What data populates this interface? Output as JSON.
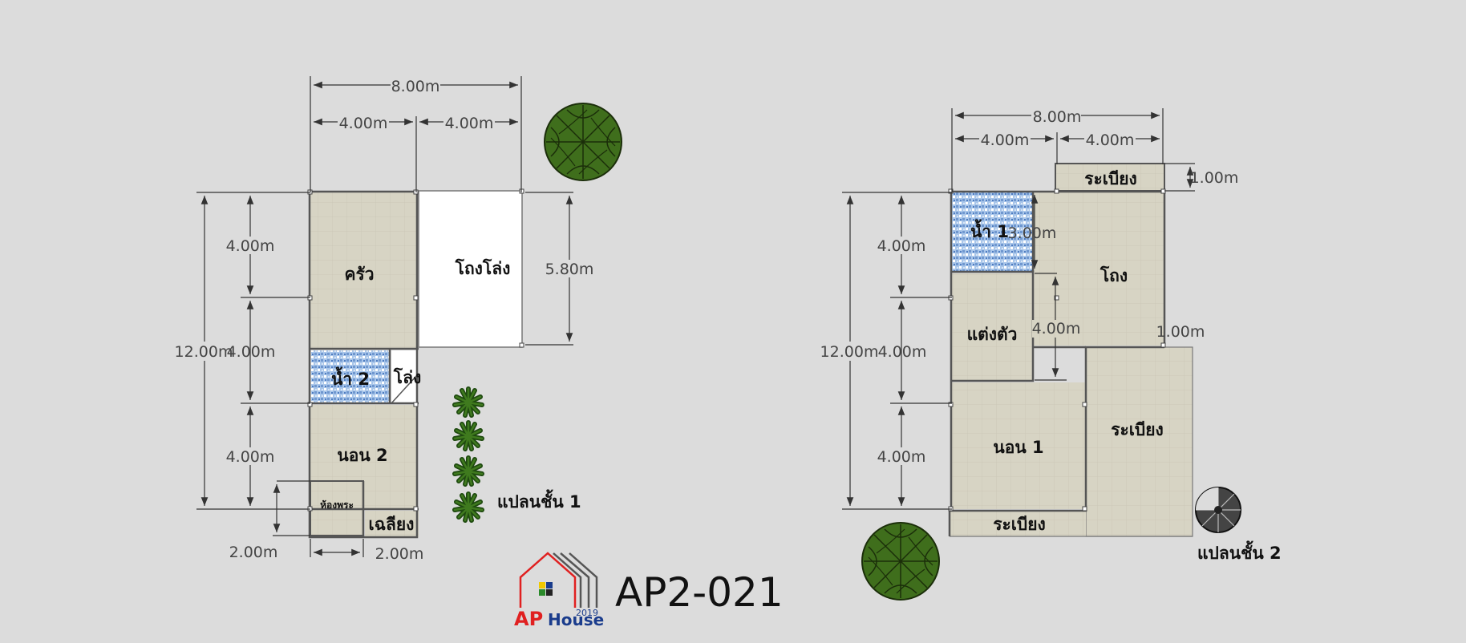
{
  "plan1": {
    "title": "แปลนชั้น 1",
    "rooms": {
      "kitchen": "ครัว",
      "open_hall": "โถงโล่ง",
      "bath": "น้ำ 2",
      "void": "โล่ง",
      "bedroom": "นอน 2",
      "shrine": "ห้องพระ",
      "porch": "เฉลียง"
    },
    "dims": {
      "total_width": "8.00m",
      "half_left": "4.00m",
      "half_right": "4.00m",
      "hall_height": "5.80m",
      "total_height": "12.00m",
      "seg1": "4.00m",
      "seg2": "4.00m",
      "seg3": "4.00m",
      "small_height": "2.00m",
      "small_width": "2.00m"
    }
  },
  "plan2": {
    "title": "แปลนชั้น 2",
    "rooms": {
      "balcony_top": "ระเบียง",
      "bath": "น้ำ 1",
      "hall": "โถง",
      "dressing": "แต่งตัว",
      "bedroom": "นอน 1",
      "balcony_right": "ระเบียง",
      "balcony_bottom": "ระเบียง"
    },
    "dims": {
      "total_width": "8.00m",
      "half_left": "4.00m",
      "half_right": "4.00m",
      "balcony_depth": "1.00m",
      "bath_height": "3.00m",
      "hall_inner": "4.00m",
      "step": "1.00m",
      "total_height": "12.00m",
      "seg1": "4.00m",
      "seg2": "4.00m",
      "seg3": "4.00m"
    }
  },
  "logo": {
    "ap": "AP",
    "house": "House",
    "year": "2019",
    "code": "AP2-021",
    "colors": {
      "red": "#e02020",
      "blue": "#1a3c8c",
      "green": "#2a8a2a",
      "yellow": "#f0c800"
    }
  },
  "colors": {
    "background": "#dcdcdc",
    "floor_tile": "#d6d3c3",
    "tree": "#3d6a1a",
    "bath_tile": "#8fb4e0"
  }
}
